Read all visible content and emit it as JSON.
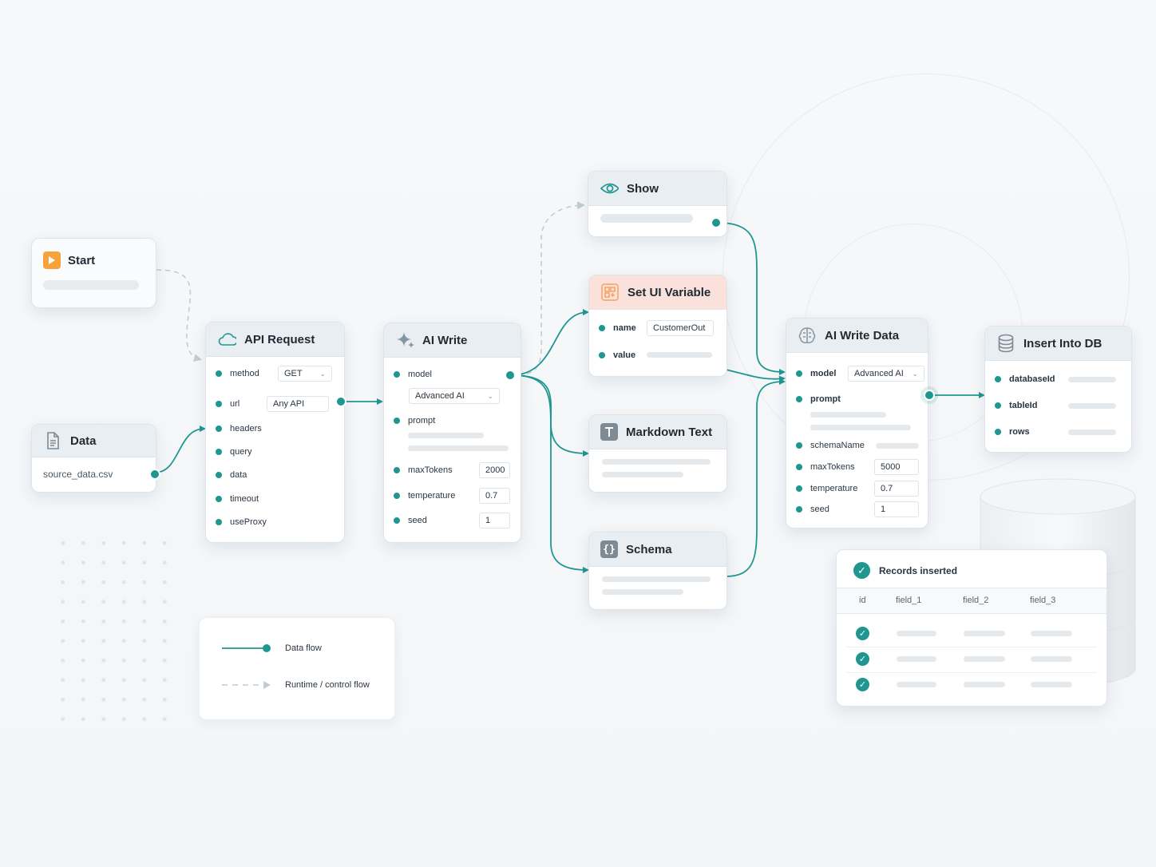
{
  "nodes": {
    "start": {
      "title": "Start",
      "icon": "play-icon"
    },
    "data": {
      "title": "Data",
      "file": "source_data.csv",
      "icon": "document-icon"
    },
    "api_request": {
      "title": "API Request",
      "icon": "cloud-icon",
      "fields": {
        "method": "method",
        "url": "url",
        "headers": "headers",
        "query": "query",
        "data": "data",
        "timeout": "timeout",
        "useProxy": "useProxy"
      },
      "values": {
        "method": "GET",
        "url": "Any API"
      }
    },
    "ai_write": {
      "title": "AI Write",
      "icon": "sparkle-icon",
      "fields": {
        "model": "model",
        "prompt": "prompt",
        "maxTokens": "maxTokens",
        "temperature": "temperature",
        "seed": "seed"
      },
      "values": {
        "model": "Advanced AI",
        "maxTokens": "2000",
        "temperature": "0.7",
        "seed": "1"
      }
    },
    "show": {
      "title": "Show",
      "icon": "eye-icon"
    },
    "set_ui_variable": {
      "title": "Set UI Variable",
      "icon": "variable-icon",
      "fields": {
        "name": "name",
        "value": "value"
      },
      "values": {
        "name": "CustomerOut"
      }
    },
    "markdown_text": {
      "title": "Markdown Text",
      "icon": "text-icon"
    },
    "schema": {
      "title": "Schema",
      "icon": "braces-icon"
    },
    "ai_write_data": {
      "title": "AI Write Data",
      "icon": "brain-icon",
      "fields": {
        "model": "model",
        "prompt": "prompt",
        "schemaName": "schemaName",
        "maxTokens": "maxTokens",
        "temperature": "temperature",
        "seed": "seed"
      },
      "values": {
        "model": "Advanced AI",
        "maxTokens": "5000",
        "temperature": "0.7",
        "seed": "1"
      }
    },
    "insert_into_db": {
      "title": "Insert Into DB",
      "icon": "database-icon",
      "fields": {
        "databaseId": "databaseId",
        "tableId": "tableId",
        "rows": "rows"
      }
    }
  },
  "legend": {
    "data_flow": "Data flow",
    "control_flow": "Runtime / control flow"
  },
  "records": {
    "title": "Records inserted",
    "columns": [
      "id",
      "field_1",
      "field_2",
      "field_3"
    ],
    "row_count": 3
  },
  "colors": {
    "accent": "#1f9790",
    "dashed": "#c3ccd3",
    "start_icon": "#f7a23b",
    "variable_icon": "#f5a35a"
  }
}
